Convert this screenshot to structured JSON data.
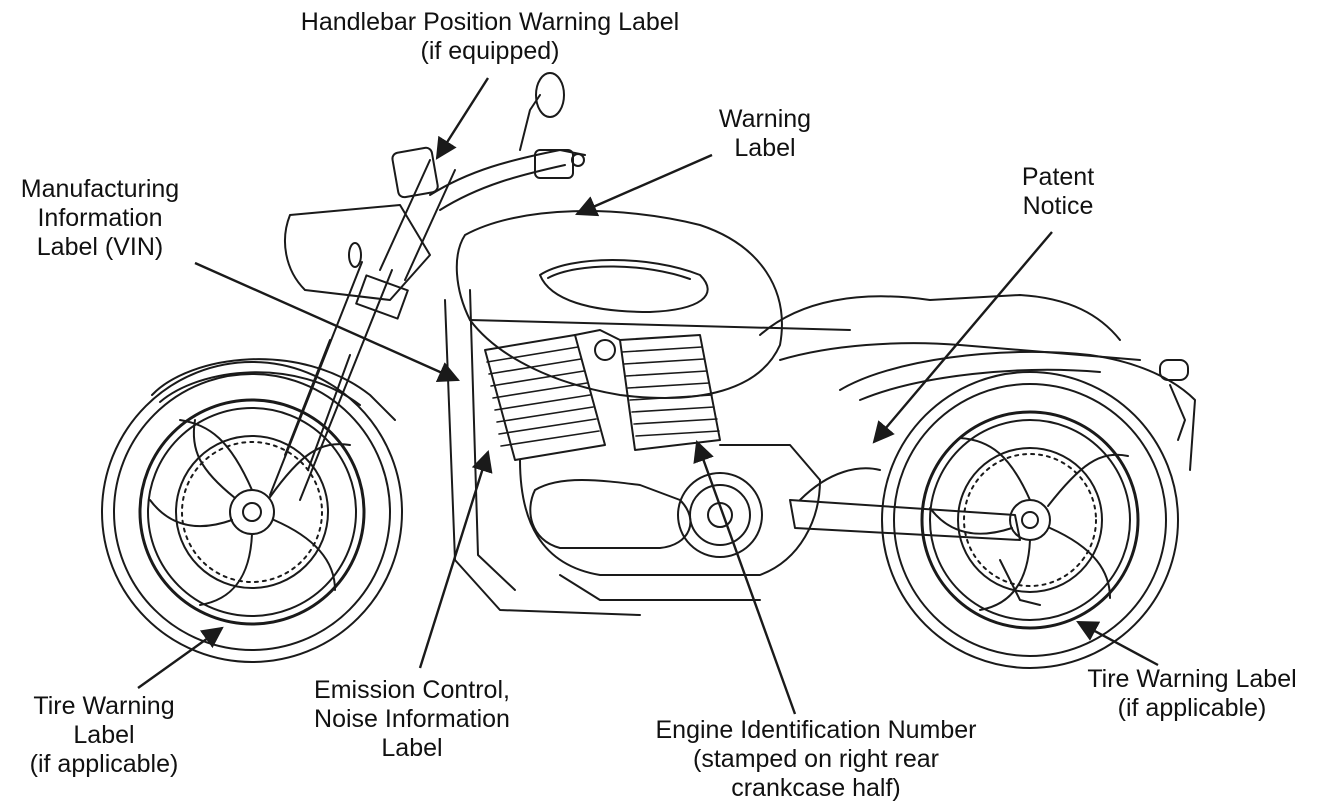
{
  "labels": {
    "handlebar": [
      "Handlebar Position Warning Label",
      "(if equipped)"
    ],
    "warning": [
      "Warning",
      "Label"
    ],
    "patent": [
      "Patent",
      "Notice"
    ],
    "vin": [
      "Manufacturing",
      "Information",
      "Label (VIN)"
    ],
    "tire_front": [
      "Tire Warning",
      "Label",
      "(if applicable)"
    ],
    "emission": [
      "Emission Control,",
      "Noise Information",
      "Label"
    ],
    "engine_id": [
      "Engine Identification Number",
      "(stamped on right rear",
      "crankcase half)"
    ],
    "tire_rear": [
      "Tire Warning Label",
      "(if applicable)"
    ]
  },
  "colors": {
    "line": "#1a1a1a",
    "text": "#111111",
    "background": "#ffffff"
  }
}
